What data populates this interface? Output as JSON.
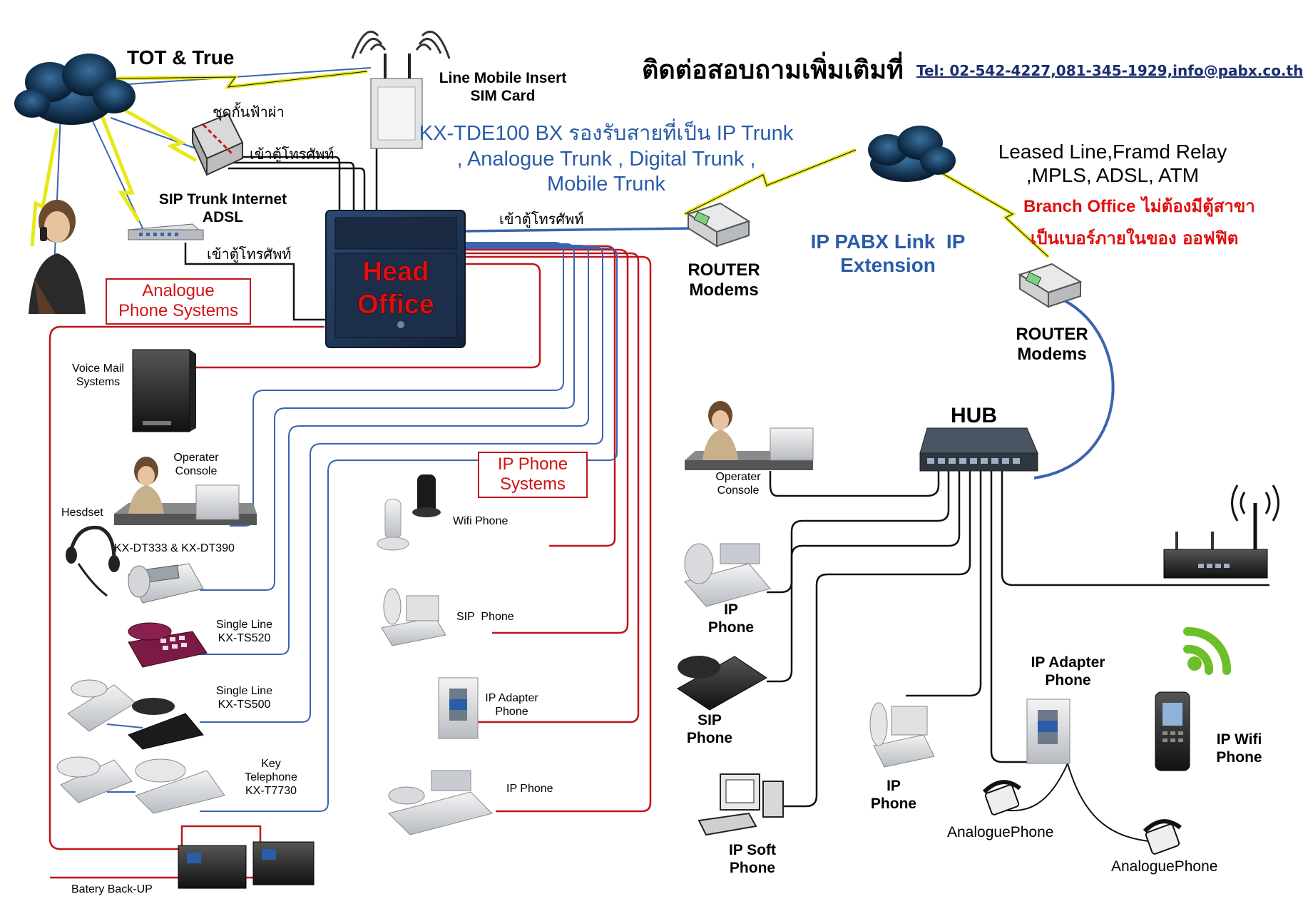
{
  "header": {
    "contact_thai": "ติดต่อสอบถามเพิ่มเติมที่",
    "contact_info": "Tel: 02-542-4227,081-345-1929,info@pabx.co.th"
  },
  "labels": {
    "tot_true": "TOT & True",
    "lightning_guard": "ชุดกั้นฟ้าผ่า",
    "to_pbx_1": "เข้าตู้โทรศัพท์",
    "to_pbx_2": "เข้าตู้โทรศัพท์",
    "to_pbx_3": "เข้าตู้โทรศัพท์",
    "line_mobile_1": "Line Mobile Insert",
    "line_mobile_2": "SIM Card",
    "sip_trunk_1": "SIP Trunk Internet",
    "sip_trunk_2": "ADSL",
    "kx_1": "KX-TDE100 BX รองรับสายที่เป็น IP Trunk",
    "kx_2": ", Analogue Trunk , Digital Trunk ,",
    "kx_3": "Mobile Trunk",
    "head_1": "Head",
    "head_2": "Office",
    "analogue_box_1": "Analogue",
    "analogue_box_2": "Phone Systems",
    "voice_mail_1": "Voice Mail",
    "voice_mail_2": "Systems",
    "operater_1": "Operater",
    "operater_2": "Console",
    "hesdset": "Hesdset",
    "kx_dt": "KX-DT333 & KX-DT390",
    "single_520_1": "Single Line",
    "single_520_2": "KX-TS520",
    "single_500_1": "Single Line",
    "single_500_2": "KX-TS500",
    "key_tel_1": "Key",
    "key_tel_2": "Telephone",
    "key_tel_3": "KX-T7730",
    "battery": "Batery Back-UP",
    "ip_phone_box_1": "IP Phone",
    "ip_phone_box_2": "Systems",
    "wifi_phone": "Wifi Phone",
    "sip_phone_mid": "SIP  Phone",
    "ip_adapter_mid_1": "IP Adapter",
    "ip_adapter_mid_2": "Phone",
    "ip_phone_mid": "IP Phone",
    "router1_1": "ROUTER",
    "router1_2": "Modems",
    "ip_pabx_1": "IP PABX Link  IP",
    "ip_pabx_2": "Extension",
    "leased_1": "Leased Line,Framd Relay",
    "leased_2": ",MPLS, ADSL, ATM",
    "branch_1a": "Branch Office",
    "branch_1b": " ไม่ต้องมีตู้สาขา",
    "branch_2": "เป็นเบอร์ภายในของ ออฟฟิต",
    "router2_1": "ROUTER",
    "router2_2": "Modems",
    "hub": "HUB",
    "operater_r_1": "Operater",
    "operater_r_2": "Console",
    "ip_phone_r1_1": "IP",
    "ip_phone_r1_2": "Phone",
    "sip_r_1": "SIP",
    "sip_r_2": "Phone",
    "ip_soft_1": "IP Soft",
    "ip_soft_2": "Phone",
    "ip_phone_r2_1": "IP",
    "ip_phone_r2_2": "Phone",
    "ip_adapter_r_1": "IP Adapter",
    "ip_adapter_r_2": "Phone",
    "analogue_phone_1": "AnaloguePhone",
    "analogue_phone_2": "AnaloguePhone",
    "ip_wifi_1": "IP Wifi",
    "ip_wifi_2": "Phone"
  },
  "colors": {
    "line_red": "#c0151a",
    "line_blue": "#3a64b0",
    "line_black": "#111111",
    "lightning": "#e8e81a",
    "pbx_body": "#1f3350",
    "text_blue": "#2a5ca8",
    "text_red": "#e01010"
  }
}
